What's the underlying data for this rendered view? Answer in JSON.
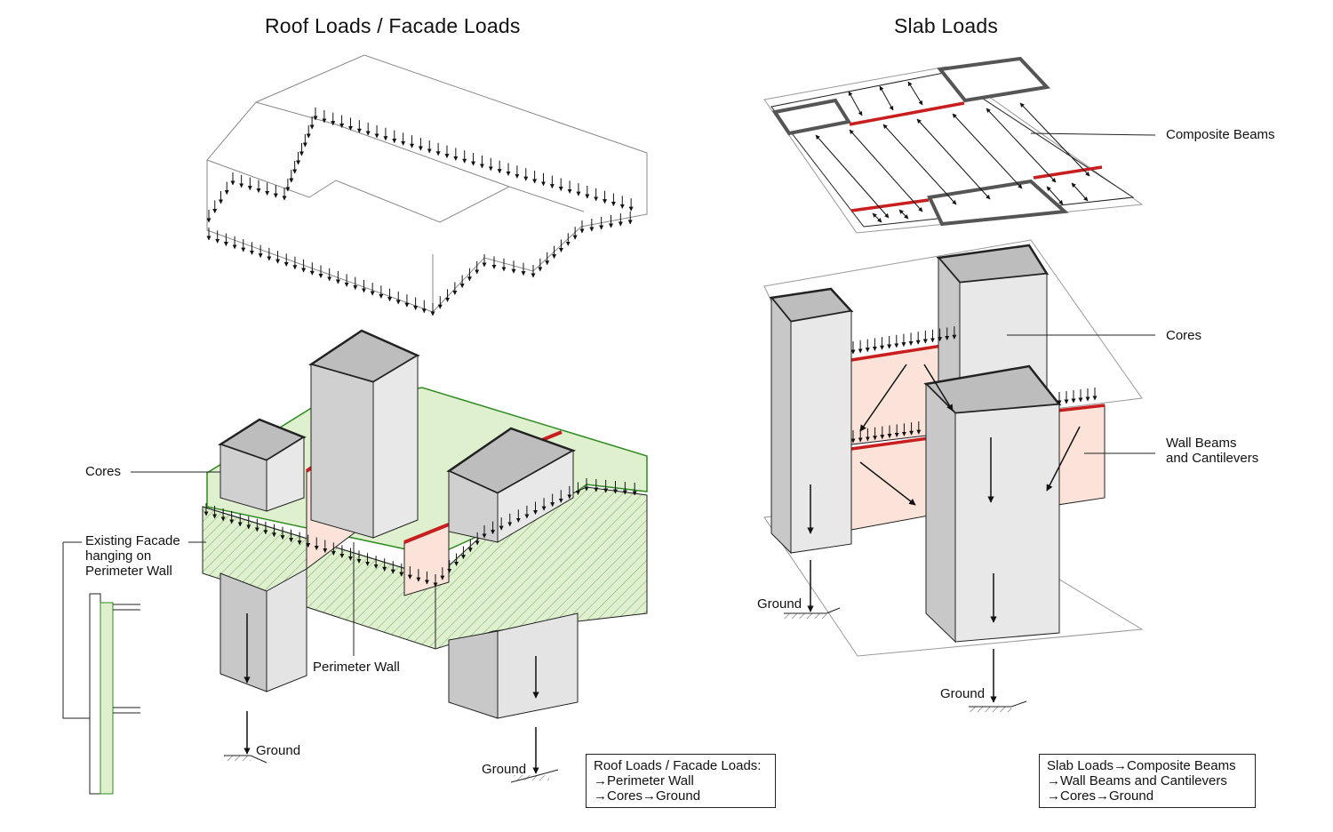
{
  "left": {
    "title": "Roof Loads / Facade Loads",
    "labels": {
      "cores": "Cores",
      "existing_facade": [
        "Existing Facade",
        "hanging on",
        "Perimeter Wall"
      ],
      "perimeter_wall": "Perimeter Wall",
      "ground_1": "Ground",
      "ground_2": "Ground"
    },
    "legend": [
      "Roof Loads / Facade Loads:",
      "→Perimeter Wall",
      "→Cores→Ground"
    ]
  },
  "right": {
    "title": "Slab Loads",
    "labels": {
      "composite_beams": "Composite Beams",
      "cores": "Cores",
      "wall_beams": [
        "Wall Beams",
        "and Cantilevers"
      ],
      "ground_1": "Ground",
      "ground_2": "Ground"
    },
    "legend": [
      "Slab Loads→Composite Beams",
      "→Wall Beams and Cantilevers",
      "→Cores→Ground"
    ]
  },
  "colors": {
    "green_fill": "#dff0cf",
    "green_edge": "#2e8b1f",
    "pink_fill": "#fbe3da",
    "red_beam": "#c81e1e",
    "core_fill": "#e4e4e4",
    "core_dark": "#c8c8c8",
    "line": "#222222"
  }
}
